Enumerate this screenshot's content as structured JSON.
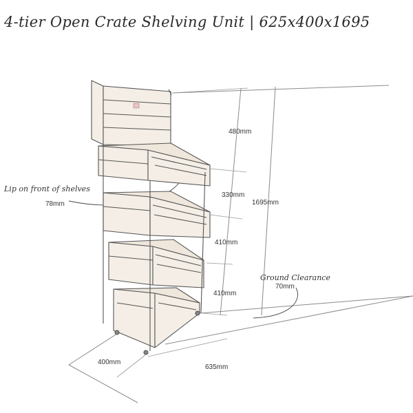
{
  "title": "4-tier Open Crate Shelving Unit | 625x400x1695",
  "dimensions": {
    "top_height": "480mm",
    "tier_330": "330mm",
    "total_height": "1695mm",
    "tier_410_a": "410mm",
    "tier_410_b": "410mm",
    "depth": "400mm",
    "width": "635mm",
    "lip": "78mm",
    "clearance": "70mm"
  },
  "annotations": {
    "lip_label": "Lip on front of shelves",
    "clearance_label": "Ground Clearance"
  },
  "colors": {
    "wood": "#f4eee6",
    "outline": "#555555",
    "room": "#8a8a8a"
  }
}
